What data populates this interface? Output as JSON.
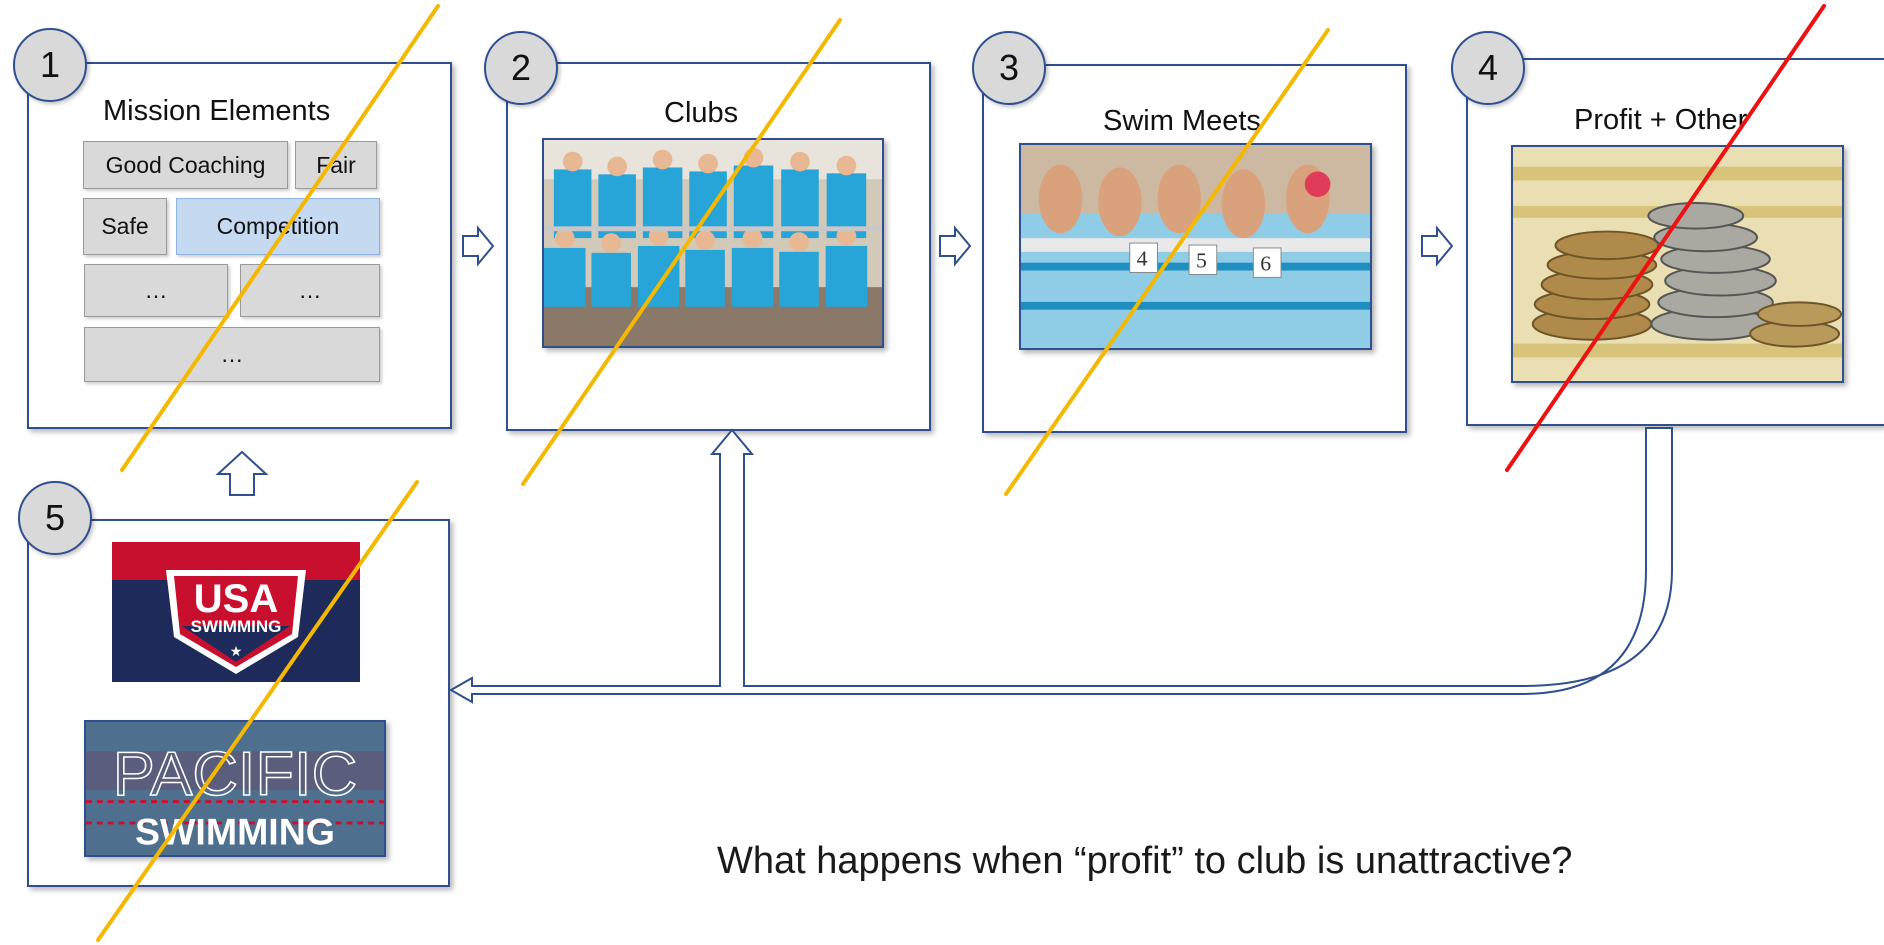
{
  "steps": [
    {
      "number": "1",
      "title": "Mission Elements"
    },
    {
      "number": "2",
      "title": "Clubs"
    },
    {
      "number": "3",
      "title": "Swim Meets"
    },
    {
      "number": "4",
      "title": "Profit + Other"
    },
    {
      "number": "5"
    }
  ],
  "mission_elements": [
    "Good Coaching",
    "Fair",
    "Safe",
    "Competition",
    "…",
    "…",
    "…"
  ],
  "logos": {
    "usa_swimming": {
      "line1": "USA",
      "line2": "SWIMMING"
    },
    "pacific_swimming": {
      "line1": "PACIFIC",
      "line2": "SWIMMING"
    }
  },
  "question": "What happens when “profit” to club is unattractive?",
  "lane_numbers": [
    "4",
    "5",
    "6"
  ],
  "colors": {
    "box_border": "#2f4f8f",
    "strike_orange": "#f5b800",
    "strike_red": "#ee1111",
    "highlight_tag": "#c5d9f1",
    "tag": "#d9d9d9"
  },
  "icons": [
    "right-arrow-icon",
    "up-arrow-icon",
    "flow-return-arrow-icon",
    "strike-line-icon"
  ]
}
